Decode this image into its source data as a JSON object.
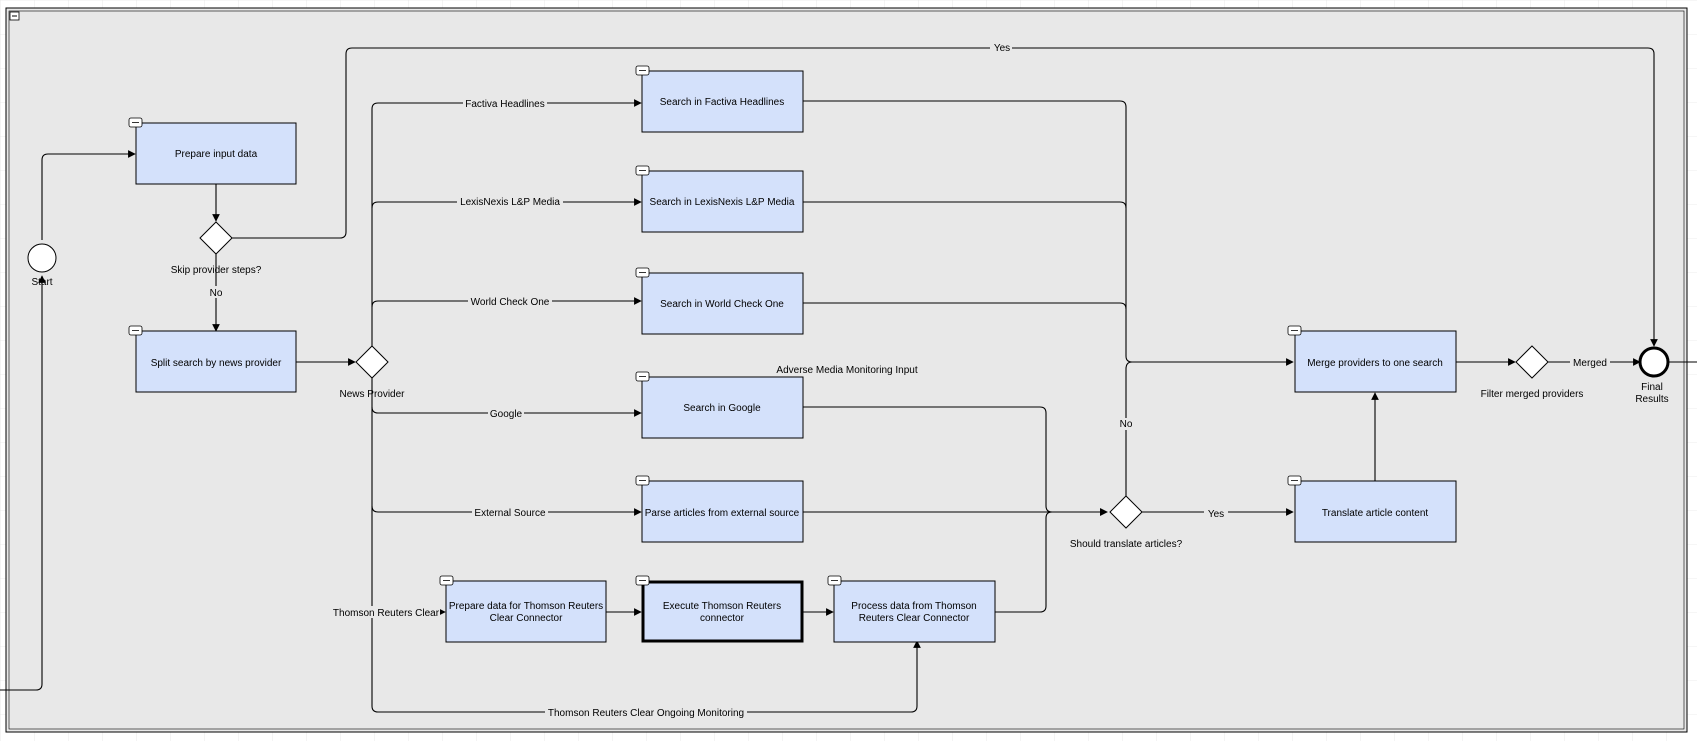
{
  "diagram": {
    "colors": {
      "canvas_bg": "#ffffff",
      "pool_bg": "#e8e8e8",
      "task_fill": "#d4e1fb",
      "stroke": "#000000",
      "grid": "#dcdcdc"
    },
    "start_event": {
      "label": "Start"
    },
    "end_event": {
      "label_line1": "Final",
      "label_line2": "Results"
    },
    "tasks": {
      "prepare_input": "Prepare input data",
      "split_search": "Split search by news provider",
      "factiva": "Search in Factiva Headlines",
      "lexisnexis": "Search in LexisNexis L&P Media",
      "worldcheck": "Search in World Check One",
      "google": "Search in Google",
      "parse_external": "Parse articles from external source",
      "prep_tr_l1": "Prepare data for Thomson Reuters",
      "prep_tr_l2": "Clear Connector",
      "exec_tr_l1": "Execute Thomson Reuters",
      "exec_tr_l2": "connector",
      "proc_tr_l1": "Process data from Thomson",
      "proc_tr_l2": "Reuters Clear Connector",
      "merge": "Merge providers to one search",
      "translate": "Translate article content"
    },
    "gateways": {
      "skip": "Skip provider steps?",
      "news_provider": "News Provider",
      "translate": "Should translate articles?",
      "filter": "Filter merged providers"
    },
    "flow_labels": {
      "yes_top": "Yes",
      "no_skip": "No",
      "factiva": "Factiva Headlines",
      "lexisnexis": "LexisNexis L&P Media",
      "worldcheck": "World Check One",
      "google": "Google",
      "external": "External Source",
      "tr_clear": "Thomson Reuters Clear",
      "tr_monitoring": "Thomson Reuters Clear Ongoing Monitoring",
      "no_translate": "No",
      "yes_translate": "Yes",
      "merged": "Merged"
    },
    "annotation": "Adverse Media Monitoring Input"
  }
}
